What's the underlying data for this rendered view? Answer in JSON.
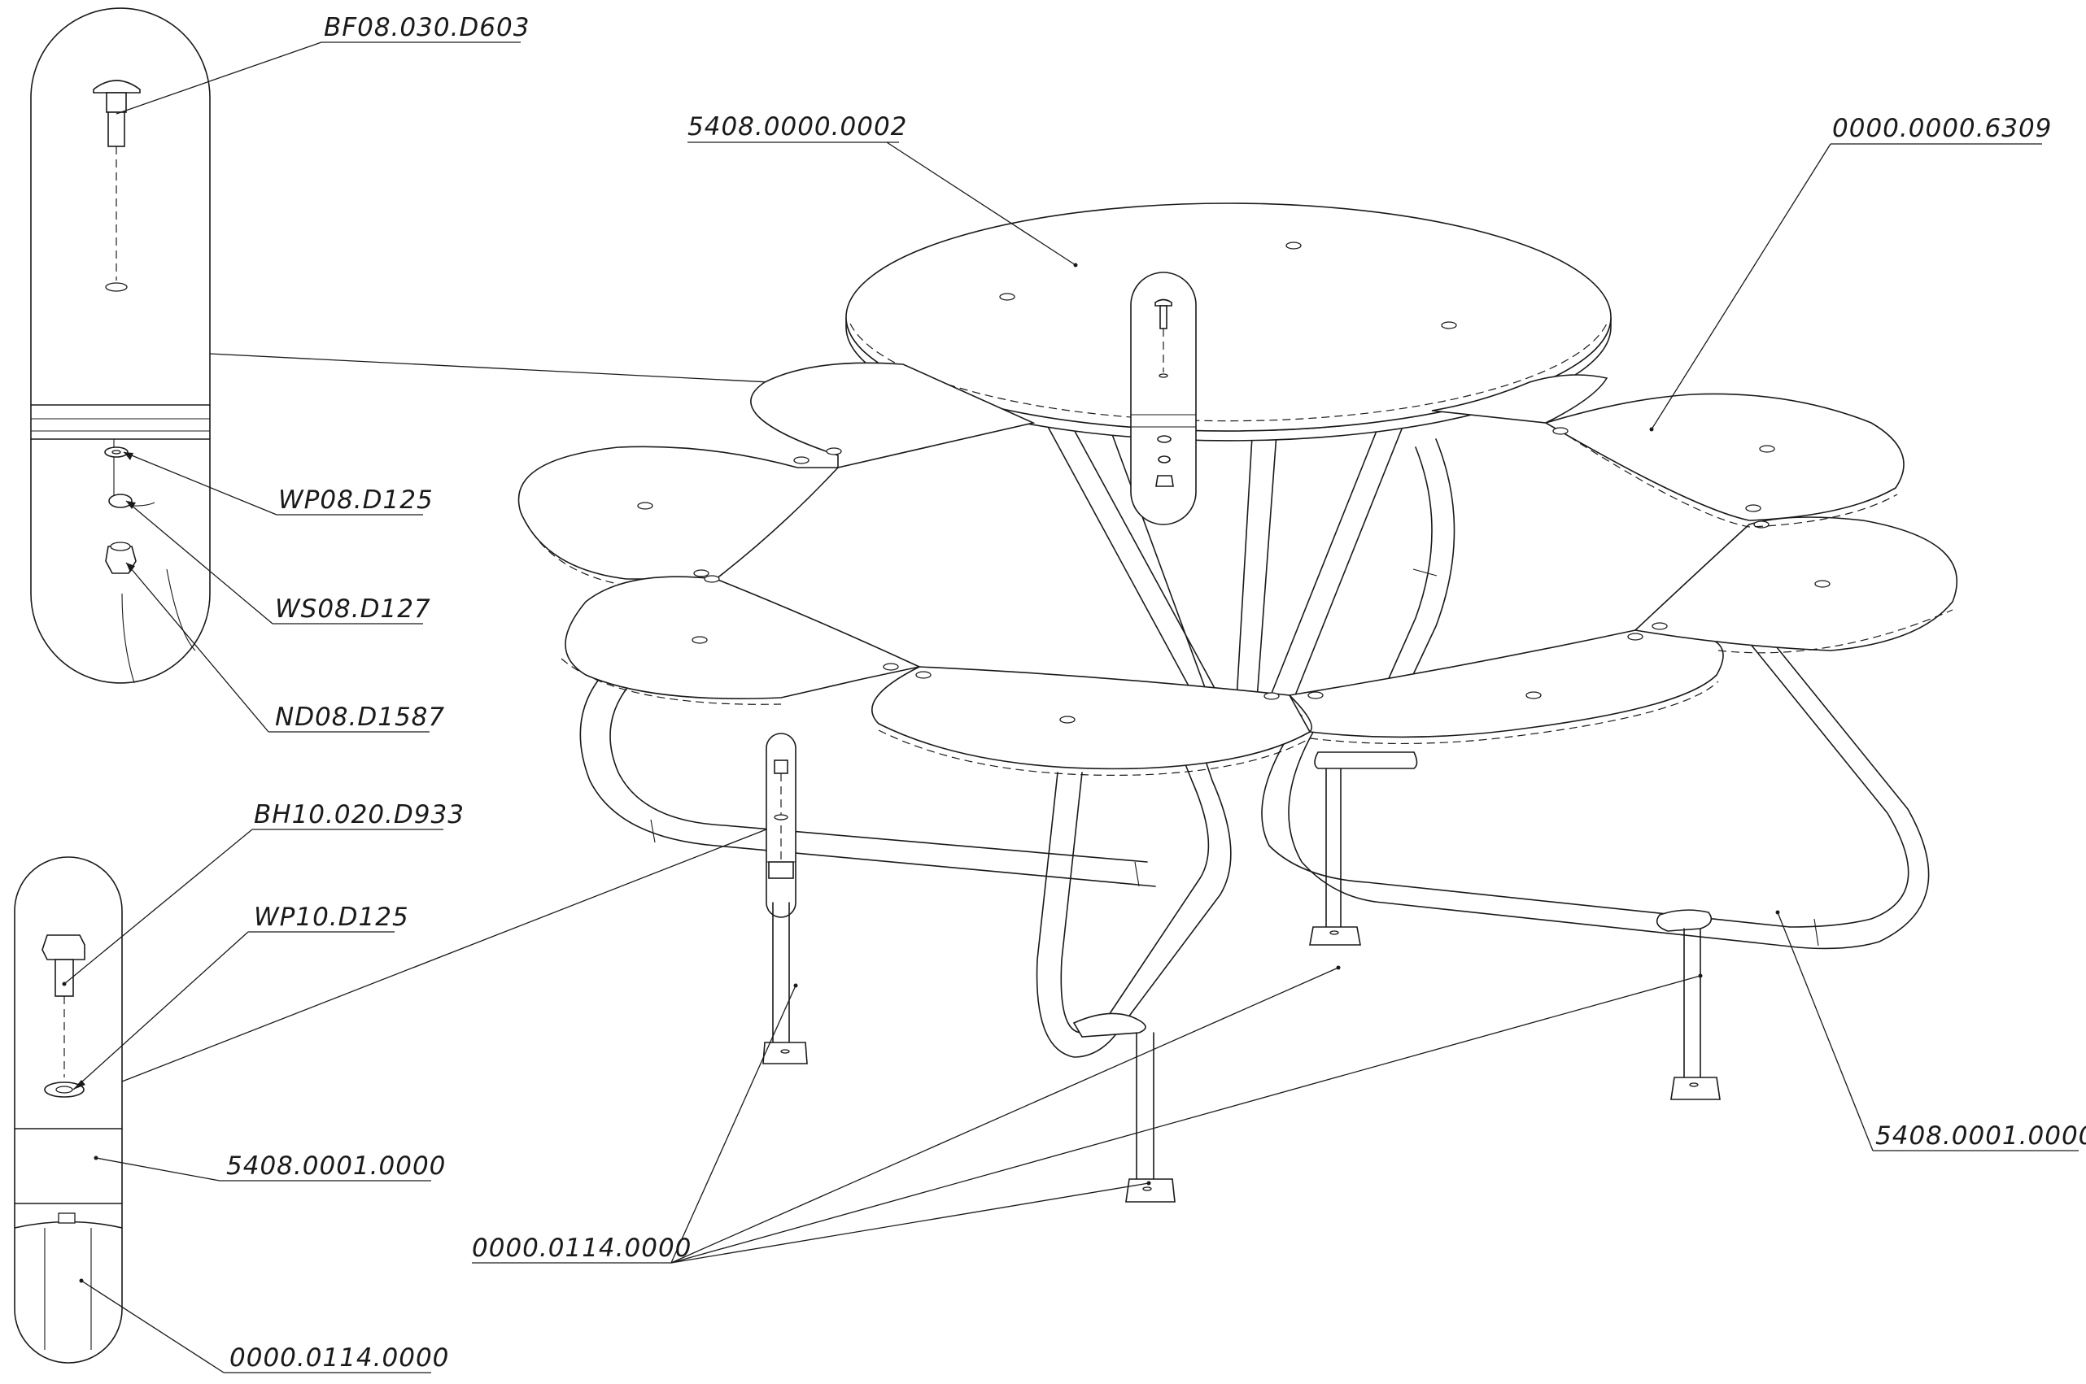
{
  "callouts": {
    "bf08": "BF08.030.D603",
    "wp08": "WP08.D125",
    "ws08": "WS08.D127",
    "nd08": "ND08.D1587",
    "bh10": "BH10.020.D933",
    "wp10": "WP10.D125",
    "post_detail_frame": "5408.0001.0000",
    "post_detail_post": "0000.0114.0000",
    "tabletop": "5408.0000.0002",
    "seat": "0000.0000.6309",
    "frame": "5408.0001.0000",
    "posts": "0000.0114.0000"
  }
}
